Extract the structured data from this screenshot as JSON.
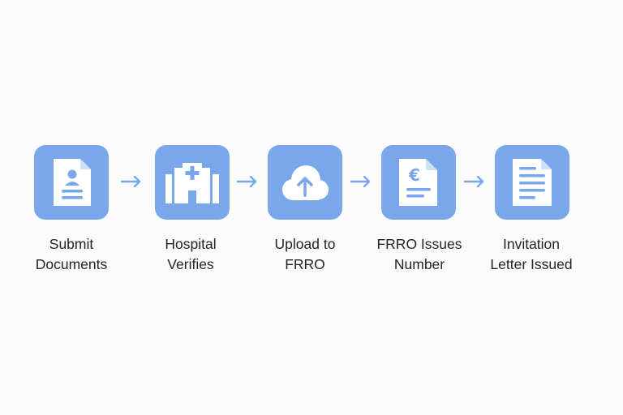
{
  "colors": {
    "tile": "#7aa7ec",
    "arrow": "#7aa7ec",
    "icon": "#ffffff",
    "text": "#222428",
    "background": "#fbfbfc"
  },
  "steps": [
    {
      "icon": "document-person-icon",
      "line1": "Submit",
      "line2": "Documents"
    },
    {
      "icon": "hospital-icon",
      "line1": "Hospital",
      "line2": "Verifies"
    },
    {
      "icon": "cloud-upload-icon",
      "line1": "Upload to",
      "line2": "FRRO"
    },
    {
      "icon": "document-euro-icon",
      "line1": "FRRO Issues",
      "line2": "Number",
      "symbol": "€"
    },
    {
      "icon": "document-lines-icon",
      "line1": "Invitation",
      "line2": "Letter Issued"
    }
  ]
}
